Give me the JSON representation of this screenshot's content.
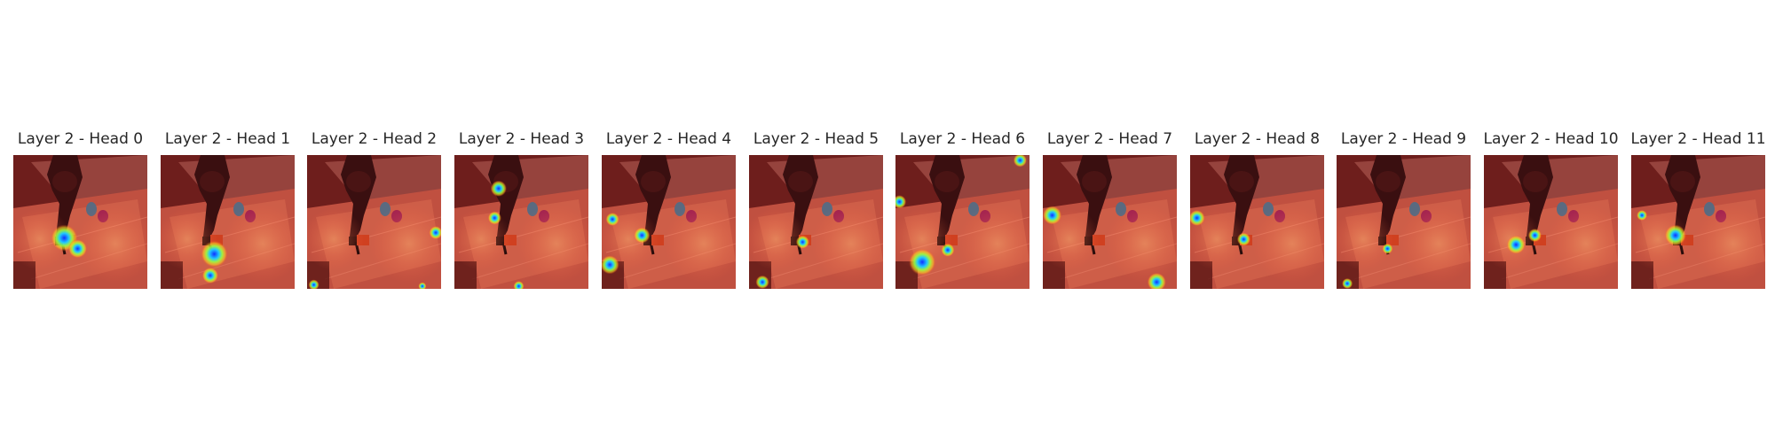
{
  "panels": [
    {
      "title": "Layer 2 - Head 0",
      "hotspots": [
        [
          0.38,
          0.62,
          0.1
        ],
        [
          0.48,
          0.7,
          0.07
        ]
      ]
    },
    {
      "title": "Layer 2 - Head 1",
      "hotspots": [
        [
          0.4,
          0.74,
          0.1
        ],
        [
          0.37,
          0.9,
          0.06
        ]
      ]
    },
    {
      "title": "Layer 2 - Head 2",
      "hotspots": [
        [
          0.05,
          0.97,
          0.04
        ],
        [
          0.96,
          0.58,
          0.05
        ],
        [
          0.86,
          0.98,
          0.03
        ]
      ]
    },
    {
      "title": "Layer 2 - Head 3",
      "hotspots": [
        [
          0.33,
          0.25,
          0.06
        ],
        [
          0.3,
          0.47,
          0.05
        ],
        [
          0.48,
          0.98,
          0.04
        ]
      ]
    },
    {
      "title": "Layer 2 - Head 4",
      "hotspots": [
        [
          0.06,
          0.82,
          0.07
        ],
        [
          0.3,
          0.6,
          0.06
        ],
        [
          0.08,
          0.48,
          0.05
        ]
      ]
    },
    {
      "title": "Layer 2 - Head 5",
      "hotspots": [
        [
          0.1,
          0.95,
          0.05
        ],
        [
          0.4,
          0.65,
          0.05
        ]
      ]
    },
    {
      "title": "Layer 2 - Head 6",
      "hotspots": [
        [
          0.2,
          0.8,
          0.1
        ],
        [
          0.03,
          0.35,
          0.05
        ],
        [
          0.39,
          0.71,
          0.05
        ],
        [
          0.93,
          0.04,
          0.05
        ]
      ]
    },
    {
      "title": "Layer 2 - Head 7",
      "hotspots": [
        [
          0.07,
          0.45,
          0.07
        ],
        [
          0.85,
          0.95,
          0.07
        ]
      ]
    },
    {
      "title": "Layer 2 - Head 8",
      "hotspots": [
        [
          0.05,
          0.47,
          0.06
        ],
        [
          0.4,
          0.63,
          0.05
        ]
      ]
    },
    {
      "title": "Layer 2 - Head 9",
      "hotspots": [
        [
          0.08,
          0.96,
          0.04
        ],
        [
          0.38,
          0.7,
          0.04
        ]
      ]
    },
    {
      "title": "Layer 2 - Head 10",
      "hotspots": [
        [
          0.24,
          0.67,
          0.07
        ],
        [
          0.38,
          0.6,
          0.05
        ]
      ]
    },
    {
      "title": "Layer 2 - Head 11",
      "hotspots": [
        [
          0.33,
          0.6,
          0.08
        ],
        [
          0.08,
          0.45,
          0.04
        ]
      ]
    }
  ]
}
